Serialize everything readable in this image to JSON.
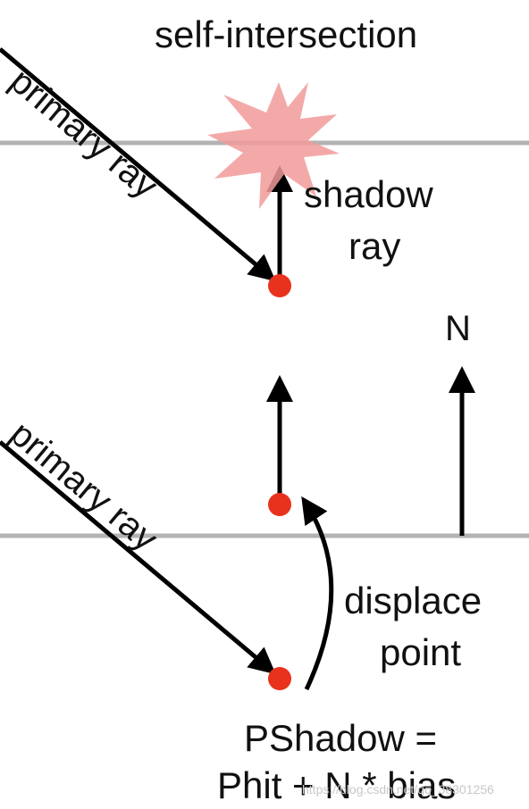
{
  "title": "self-intersection",
  "labels": {
    "primary_ray_top": "primary ray",
    "primary_ray_bottom": "primary ray",
    "shadow_ray_line1": "shadow",
    "shadow_ray_line2": "ray",
    "normal": "N",
    "displace_line1": "displace",
    "displace_line2": "point",
    "formula_line1": "PShadow =",
    "formula_line2": "Phit + N * bias"
  },
  "watermark": "https://blog.csdn.net/qq_38301256",
  "colors": {
    "surface_line": "#b3b3b3",
    "hit_point": "#e8321e",
    "intersection_burst": "#f29a9a",
    "arrow": "#000000"
  }
}
